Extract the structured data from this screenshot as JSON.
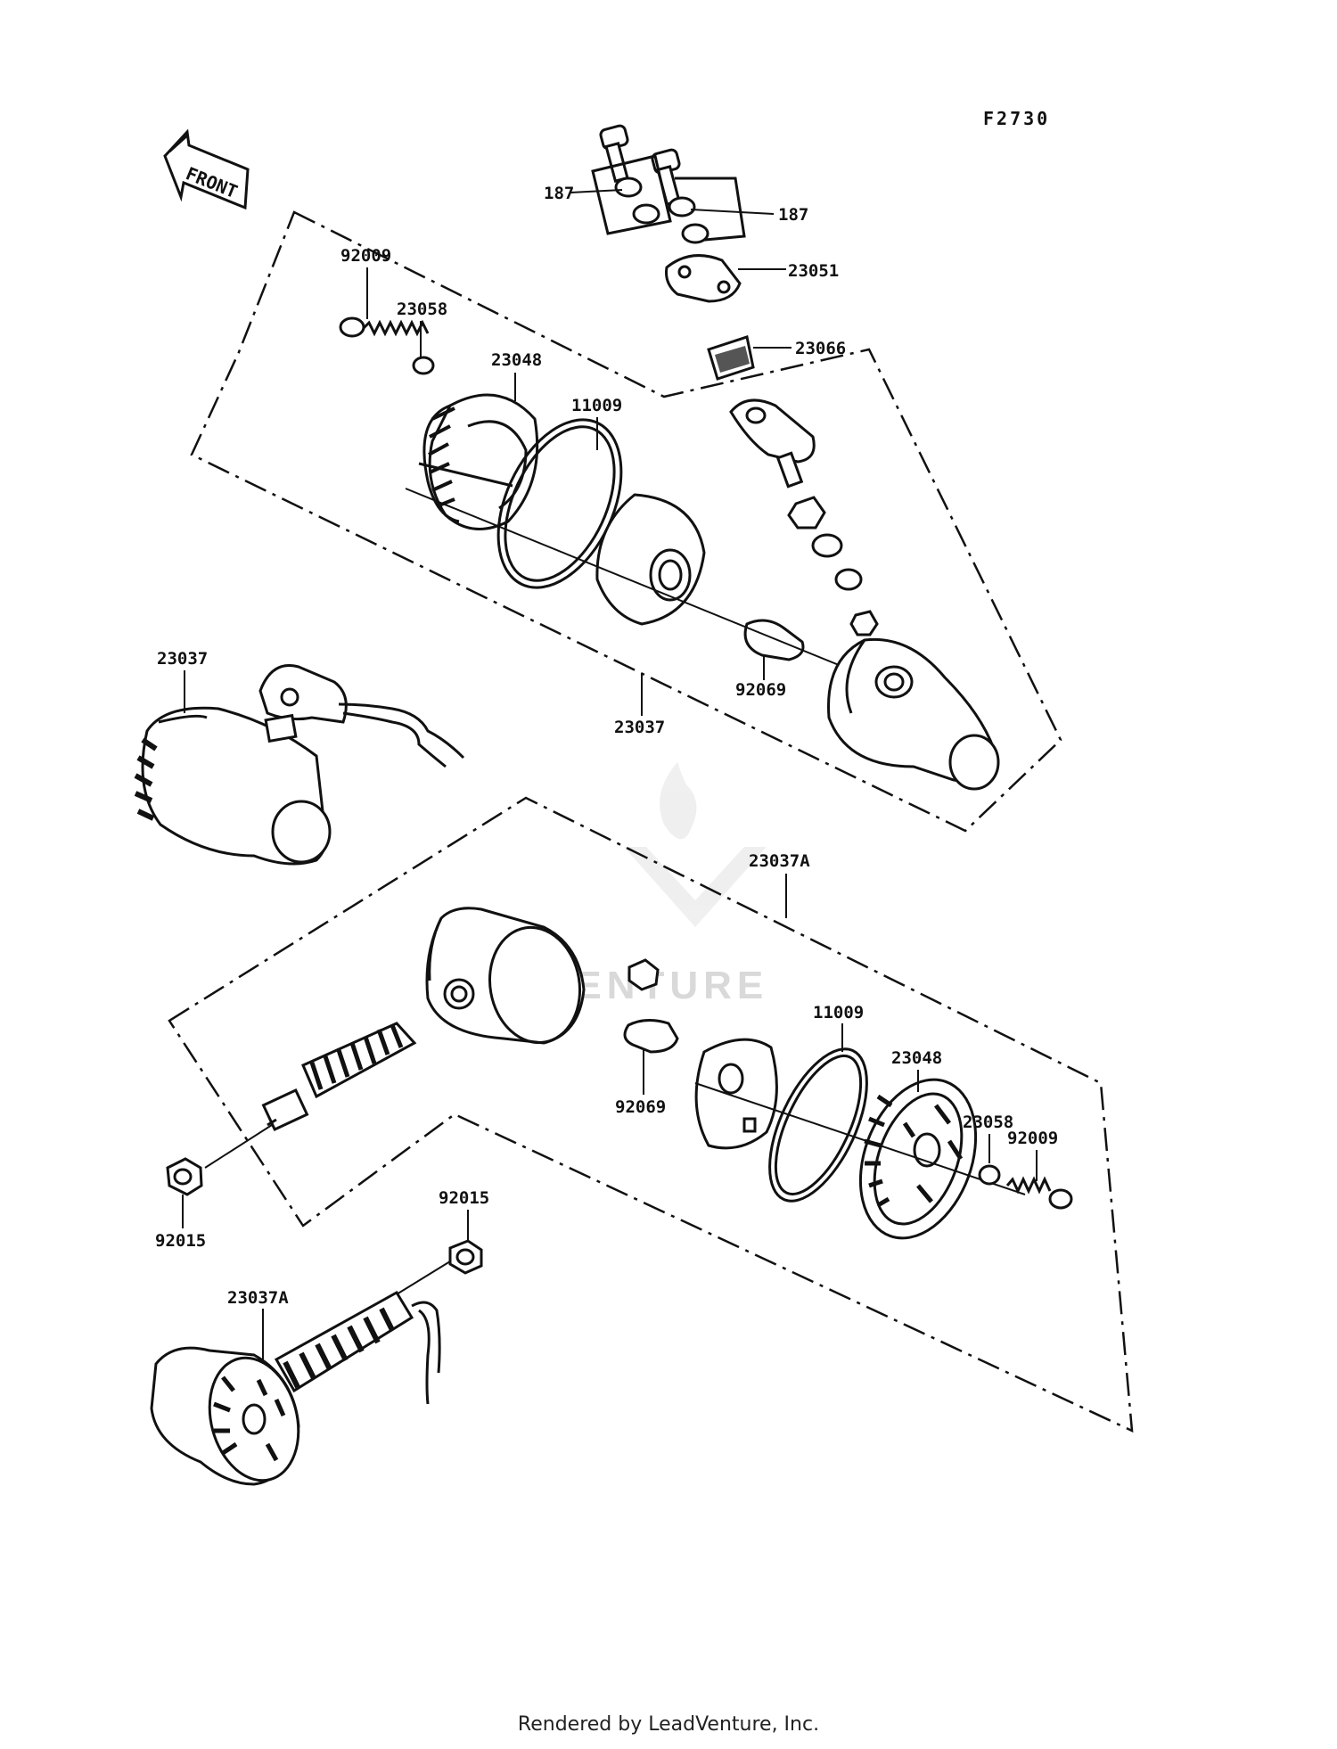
{
  "figure_code": "F2730",
  "front_label": "FRONT",
  "watermark": "VENTURE",
  "footer": "Rendered by LeadVenture, Inc.",
  "labels": {
    "l187a": "187",
    "l187b": "187",
    "l23051": "23051",
    "l23066": "23066",
    "l92009a": "92009",
    "l23058a": "23058",
    "l23048a": "23048",
    "l11009a": "11009",
    "l23037a": "23037",
    "l92069a": "92069",
    "l23037b": "23037",
    "l23037A1": "23037A",
    "l11009b": "11009",
    "l23048b": "23048",
    "l23058b": "23058",
    "l92009b": "92009",
    "l92069b": "92069",
    "l92015a": "92015",
    "l92015b": "92015",
    "l23037A2": "23037A"
  }
}
